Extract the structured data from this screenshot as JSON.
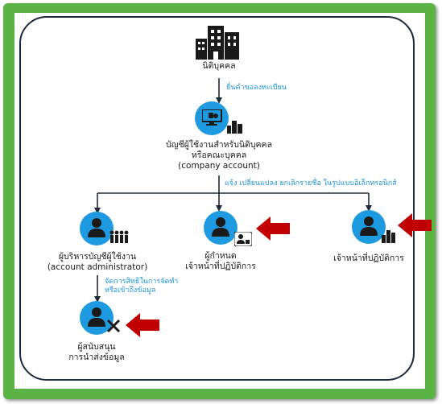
{
  "top": {
    "label": "นิติบุคคล"
  },
  "register_note": "ยื่นคำขอลงทะเบียน",
  "company": {
    "label_line1": "บัญชีผู้ใช้งานสำหรับนิติบุคคล",
    "label_line2": "หรือคณะบุคคล",
    "label_line3": "(company account)"
  },
  "notify_note": "แจ้ง เปลี่ยนแปลง ยกเลิกรายชื่อ ในรูปแบบอิเล็กทรอนิกส์",
  "admin": {
    "label_line1": "ผู้บริหารบัญชีผู้ใช้งาน",
    "label_line2": "(account administrator)"
  },
  "assigner": {
    "label_line1": "ผู้กำหนด",
    "label_line2": "เจ้าหน้าที่ปฏิบัติการ"
  },
  "officer": {
    "label": "เจ้าหน้าที่ปฏิบัติการ"
  },
  "manage_note": {
    "line1": "จัดการสิทธิในการจัดทำ",
    "line2": "หรือเข้าถึงข้อมูล"
  },
  "supporter": {
    "label_line1": "ผู้สนับสนุน",
    "label_line2": "การนำส่งข้อมูล"
  },
  "colors": {
    "frame": "#5bb346",
    "node": "#1e9be0",
    "note": "#1a93d8",
    "arrow": "#c00000",
    "line": "#1f2a3c"
  },
  "icons": [
    "buildings-icon",
    "monitor-company-icon",
    "admin-person-icon",
    "assigner-person-icon",
    "officer-person-icon",
    "supporter-person-icon",
    "red-arrow-icon"
  ]
}
